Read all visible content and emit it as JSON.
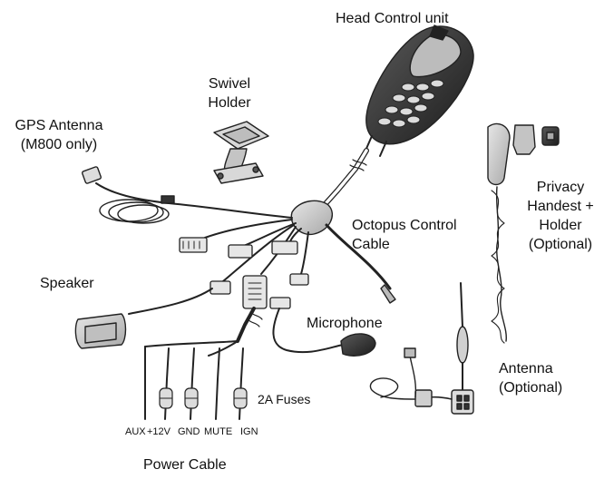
{
  "labels": {
    "head_control": "Head Control unit",
    "swivel_line1": "Swivel",
    "swivel_line2": "Holder",
    "gps_line1": "GPS Antenna",
    "gps_line2": "(M800 only)",
    "privacy_line1": "Privacy",
    "privacy_line2": "Handest +",
    "privacy_line3": "Holder",
    "privacy_line4": "(Optional)",
    "octopus_line1": "Octopus Control",
    "octopus_line2": "Cable",
    "speaker": "Speaker",
    "microphone": "Microphone",
    "antenna_line1": "Antenna",
    "antenna_line2": "(Optional)",
    "fuses": "2A Fuses",
    "power_cable": "Power Cable"
  },
  "terminals": [
    "AUX",
    "+12V",
    "GND",
    "MUTE",
    "IGN"
  ],
  "colors": {
    "line": "#222222",
    "body": "#cfcfcf",
    "dark": "#3a3a3a",
    "screen": "#bcbcbc",
    "background": "#ffffff"
  }
}
